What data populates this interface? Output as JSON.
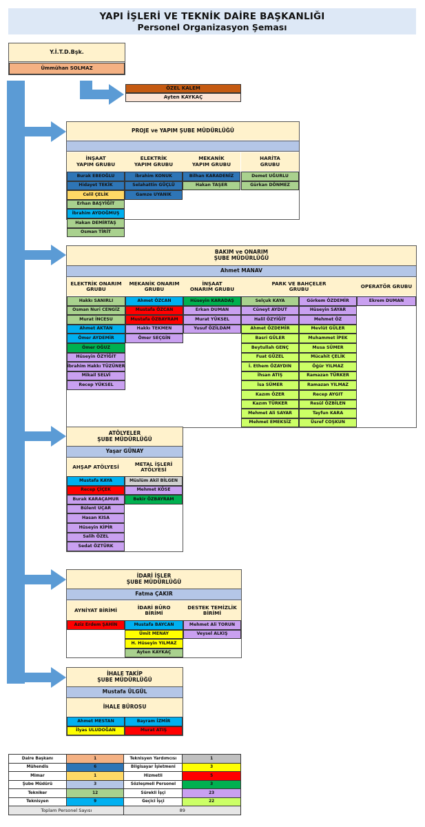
{
  "title": {
    "line1": "YAPI İŞLERİ VE TEKNİK DAİRE BAŞKANLIĞI",
    "line2": "Personel Organizasyon  Şeması"
  },
  "colors": {
    "header_bg": "#fff2cc",
    "band_bg": "#b4c6e7",
    "arrow": "#5b9bd5",
    "title_bg": "#dde8f6"
  },
  "icons": [
    "arrow-right-icon",
    "vertical-connector-bar"
  ],
  "head": {
    "title": "Y.İ.T.D.Bşk.",
    "name": "Ümmühan SOLMAZ"
  },
  "ozel_kalem": {
    "title": "ÖZEL KALEM",
    "name": "Ayten KAYKAÇ"
  },
  "proje": {
    "title": "PROJE ve YAPIM ŞUBE MÜDÜRLÜĞÜ",
    "manager": "",
    "groups": [
      {
        "title": "İNŞAAT\nYAPIM GRUBU",
        "members": [
          {
            "name": "Burak EBEOĞLU",
            "c": "dbl"
          },
          {
            "name": "Hidayet TEKİK",
            "c": "dbl"
          },
          {
            "name": "Celil ÇELİK",
            "c": "org"
          },
          {
            "name": "Erhan BAŞYİĞİT",
            "c": "grn"
          },
          {
            "name": "İbrahim AYDOĞMUŞ",
            "c": "cyn"
          },
          {
            "name": "Hakan DEMİRTAŞ",
            "c": "grn"
          },
          {
            "name": "Osman TİRİT",
            "c": "grn"
          }
        ]
      },
      {
        "title": "ELEKTRİK\nYAPIM GRUBU",
        "members": [
          {
            "name": "İbrahim KONUK",
            "c": "dbl"
          },
          {
            "name": "Selahattin GÜÇLÜ",
            "c": "dbl"
          },
          {
            "name": "Gamze UYANIK",
            "c": "dbl"
          }
        ]
      },
      {
        "title": "MEKANİK\nYAPIM GRUBU",
        "members": [
          {
            "name": "Bilhan KARADENİZ",
            "c": "dbl"
          },
          {
            "name": "Hakan TAŞER",
            "c": "grn"
          }
        ]
      },
      {
        "title": "HARİTA\nGRUBU",
        "members": [
          {
            "name": "Demet UĞURLU",
            "c": "grn"
          },
          {
            "name": "Gürkan DÖNMEZ",
            "c": "grn"
          }
        ]
      }
    ]
  },
  "bakim": {
    "title": "BAKIM  ve ONARIM\nŞUBE MÜDÜRLÜĞÜ",
    "manager": "Ahmet MANAV",
    "groups": [
      {
        "title": "ELEKTRİK ONARIM\nGRUBU",
        "members": [
          {
            "name": "Hakkı SANIRLI",
            "c": "grn"
          },
          {
            "name": "Osman Nuri CENGİZ",
            "c": "grn"
          },
          {
            "name": "Murat İNCESU",
            "c": "grn"
          },
          {
            "name": "Ahmet AKTAN",
            "c": "cyn"
          },
          {
            "name": "Ömer AYDEMİR",
            "c": "cyn"
          },
          {
            "name": "Ömer OĞUZ",
            "c": "sgr"
          },
          {
            "name": "Hüseyin ÖZYİĞİT",
            "c": "pur"
          },
          {
            "name": "İbrahim Hakkı TÜZÜNER",
            "c": "pur"
          },
          {
            "name": "Mikail SELVİ",
            "c": "pur"
          },
          {
            "name": "Recep YÜKSEL",
            "c": "pur"
          }
        ]
      },
      {
        "title": "MEKANİK  ONARIM\nGRUBU",
        "members": [
          {
            "name": "Ahmet ÖZCAN",
            "c": "cyn"
          },
          {
            "name": "Mustafa ÖZCAN",
            "c": "red"
          },
          {
            "name": "Mustafa ÖZBAYRAM",
            "c": "red"
          },
          {
            "name": "Hakkı TEKMEN",
            "c": "pur"
          },
          {
            "name": "Ömer SEÇGİN",
            "c": "pur"
          }
        ]
      },
      {
        "title": "İNŞAAT\nONARIM GRUBU",
        "members": [
          {
            "name": "Hüseyin KARADAŞ",
            "c": "sgr"
          },
          {
            "name": "Erkan DUMAN",
            "c": "pur"
          },
          {
            "name": "Murat YÜKSEL",
            "c": "pur"
          },
          {
            "name": "Yusuf ÖZİLDAM",
            "c": "pur"
          }
        ]
      },
      {
        "title": "PARK VE BAHÇELER\nGRUBU",
        "members_a": [
          {
            "name": "Selçuk KAYA",
            "c": "grn"
          },
          {
            "name": "Cüneyt AYDUT",
            "c": "pur"
          },
          {
            "name": "Halil ÖZYİĞİT",
            "c": "pur"
          },
          {
            "name": "Ahmet ÖZDEMİR",
            "c": "lim"
          },
          {
            "name": "Basri GÜLER",
            "c": "lim"
          },
          {
            "name": "Beytullah GENÇ",
            "c": "lim"
          },
          {
            "name": "Fuat GÜZEL",
            "c": "lim"
          },
          {
            "name": "İ. Ethem ÖZAYDIN",
            "c": "lim"
          },
          {
            "name": "İhsan ATIŞ",
            "c": "lim"
          },
          {
            "name": "İsa SÜMER",
            "c": "lim"
          },
          {
            "name": "Kazım ÖZER",
            "c": "lim"
          },
          {
            "name": "Kazım TÜRKER",
            "c": "lim"
          },
          {
            "name": "Mehmet Ali SAYAR",
            "c": "lim"
          },
          {
            "name": "Mehmet EMEKSİZ",
            "c": "lim"
          }
        ],
        "members_b": [
          {
            "name": "Görkem ÖZDEMİR",
            "c": "pur"
          },
          {
            "name": "Hüseyin SAYAR",
            "c": "pur"
          },
          {
            "name": "Mehmet ÖZ",
            "c": "pur"
          },
          {
            "name": "Mevlüt GÜLER",
            "c": "lim"
          },
          {
            "name": "Muhammet İPEK",
            "c": "lim"
          },
          {
            "name": "Musa SÜMER",
            "c": "lim"
          },
          {
            "name": "Mücahit ÇELİK",
            "c": "lim"
          },
          {
            "name": "Öğür YILMAZ",
            "c": "lim"
          },
          {
            "name": "Ramazan TÜRKER",
            "c": "lim"
          },
          {
            "name": "Ramazan YILMAZ",
            "c": "lim"
          },
          {
            "name": "Recep AYGIT",
            "c": "lim"
          },
          {
            "name": "Resül ÖZBİLEN",
            "c": "lim"
          },
          {
            "name": "Tayfun KARA",
            "c": "lim"
          },
          {
            "name": "Üsref COŞKUN",
            "c": "lim"
          }
        ]
      },
      {
        "title": "OPERATÖR  GRUBU",
        "members": [
          {
            "name": "Ekrem DUMAN",
            "c": "pur"
          }
        ]
      }
    ]
  },
  "atolye": {
    "title": "ATÖLYELER\nŞUBE MÜDÜRLÜĞÜ",
    "manager": "Yaşar GÜNAY",
    "groups": [
      {
        "title": "AHŞAP ATÖLYESİ",
        "members": [
          {
            "name": "Mustafa KAYA",
            "c": "cyn"
          },
          {
            "name": "Recep ÇİÇEK",
            "c": "red"
          },
          {
            "name": "Burak KARAÇAMUR",
            "c": "pur"
          },
          {
            "name": "Bülent UÇAR",
            "c": "pur"
          },
          {
            "name": "Hasan KISA",
            "c": "pur"
          },
          {
            "name": "Hüseyin KİPİR",
            "c": "pur"
          },
          {
            "name": "Salih ÖZEL",
            "c": "pur"
          },
          {
            "name": "Sedat ÖZTÜRK",
            "c": "pur"
          }
        ]
      },
      {
        "title": "METAL  İŞLERİ\nATÖLYESİ",
        "members": [
          {
            "name": "Müslüm Akil BİLGEN",
            "c": "slt"
          },
          {
            "name": "Mehmet KÖSE",
            "c": "pur"
          },
          {
            "name": "Bekir ÖZBAYRAM",
            "c": "sgr"
          }
        ]
      }
    ]
  },
  "idari": {
    "title": "İDARİ İŞLER\nŞUBE MÜDÜRLÜĞÜ",
    "manager": "Fatma ÇAKIR",
    "groups": [
      {
        "title": "AYNİYAT BİRİMİ",
        "members": [
          {
            "name": "Aziz Erdem ŞAHİN",
            "c": "red"
          }
        ]
      },
      {
        "title": "İDARİ BÜRO\nBİRİMİ",
        "members": [
          {
            "name": "Mustafa BAYCAN",
            "c": "cyn"
          },
          {
            "name": "Ümit MENAY",
            "c": "yel"
          },
          {
            "name": "H. Hüseyin YILMAZ",
            "c": "yel"
          },
          {
            "name": "Ayten KAYKAÇ",
            "c": "grn"
          }
        ]
      },
      {
        "title": "DESTEK TEMİZLİK\nBİRİMİ",
        "members": [
          {
            "name": "Mehmet Ali TORUN",
            "c": "pur"
          },
          {
            "name": "Veysel ALKIŞ",
            "c": "pur"
          }
        ]
      }
    ]
  },
  "ihale": {
    "title": "İHALE TAKİP\nŞUBE MÜDÜRLÜĞÜ",
    "manager": "Mustafa ÜLGÜL",
    "buro": "İHALE BÜROSU",
    "members_a": [
      {
        "name": "Ahmet MESTAN",
        "c": "cyn"
      },
      {
        "name": "İlyas ULUDOĞAN",
        "c": "yel"
      }
    ],
    "members_b": [
      {
        "name": "Bayram İZMİR",
        "c": "cyn"
      },
      {
        "name": "Murat ATIŞ",
        "c": "red"
      }
    ]
  },
  "legend": {
    "rows": [
      {
        "l1": "Daire Başkanı",
        "v1": "1",
        "c1": "orn",
        "l2": "Teknisyen Yardımcısı",
        "v2": "1",
        "c2": "gry"
      },
      {
        "l1": "Mühendis",
        "v1": "6",
        "c1": "dbl",
        "l2": "Bilgisayar İşletmeni",
        "v2": "3",
        "c2": "yel"
      },
      {
        "l1": "Mimar",
        "v1": "1",
        "c1": "org",
        "l2": "Hizmetli",
        "v2": "5",
        "c2": "red"
      },
      {
        "l1": "Şube Müdürü",
        "v1": "3",
        "c1": "lbl",
        "l2": "Sözleşmeli Personel",
        "v2": "3",
        "c2": "sgr"
      },
      {
        "l1": "Tekniker",
        "v1": "12",
        "c1": "grn",
        "l2": "Sürekli İşçi",
        "v2": "23",
        "c2": "pur"
      },
      {
        "l1": "Teknisyen",
        "v1": "9",
        "c1": "cyn",
        "l2": "Geçici İşçi",
        "v2": "22",
        "c2": "lim"
      }
    ],
    "total_label": "Toplam Personel Sayısı",
    "total_value": "89"
  }
}
